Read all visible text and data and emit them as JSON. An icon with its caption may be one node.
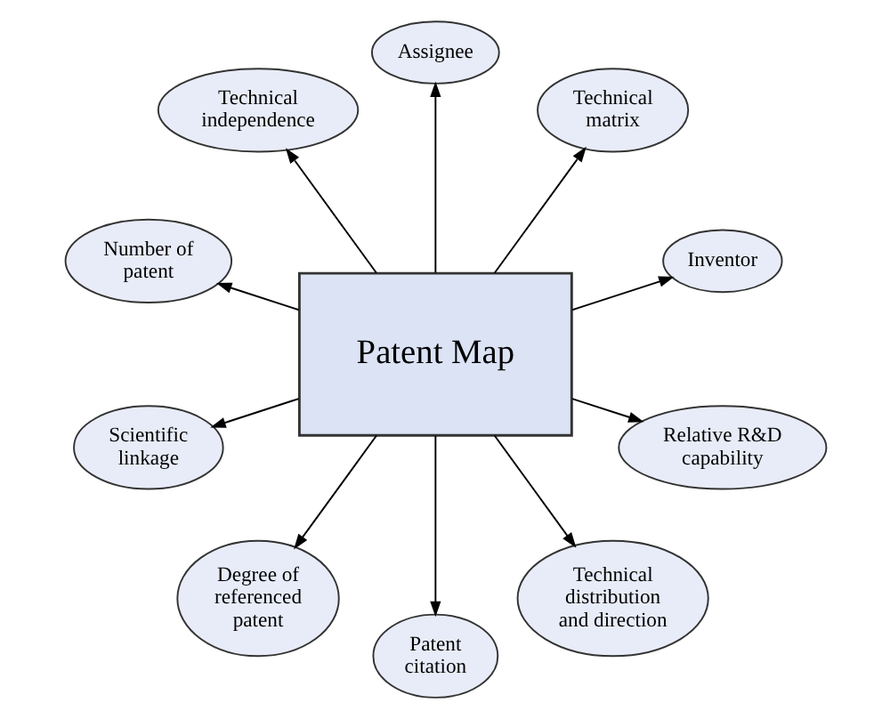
{
  "diagram": {
    "nodes": [
      {
        "text": [
          "Patent Map"
        ]
      },
      {
        "text": [
          "Inventor"
        ]
      },
      {
        "text": [
          "Technical matrix"
        ]
      },
      {
        "text": [
          "Assignee"
        ]
      },
      {
        "text": [
          "Technical independence"
        ]
      },
      {
        "text": [
          "Number of patent"
        ]
      },
      {
        "text": [
          "Scientific linkage"
        ]
      },
      {
        "text": [
          "Degree of referenced patent"
        ]
      },
      {
        "text": [
          "Patent citation"
        ]
      },
      {
        "text": [
          "Technical distribution and direction"
        ]
      },
      {
        "text": [
          "Relative R&D capability"
        ]
      }
    ],
    "edges": [
      {
        "from": 0,
        "to": 2,
        "arrow": "to"
      },
      {
        "from": 0,
        "to": 3,
        "arrow": "to"
      },
      {
        "from": 0,
        "to": 5,
        "arrow": "to"
      },
      {
        "from": 0,
        "to": 7,
        "arrow": "to"
      },
      {
        "from": 0,
        "to": 10,
        "arrow": "to"
      },
      {
        "from": 0,
        "to": 9,
        "arrow": "to"
      },
      {
        "from": 0,
        "to": 8,
        "arrow": "to"
      },
      {
        "from": 0,
        "to": 6,
        "arrow": "to"
      },
      {
        "from": 0,
        "to": 4,
        "arrow": "to"
      },
      {
        "from": 0,
        "to": 1,
        "arrow": "to"
      }
    ]
  }
}
